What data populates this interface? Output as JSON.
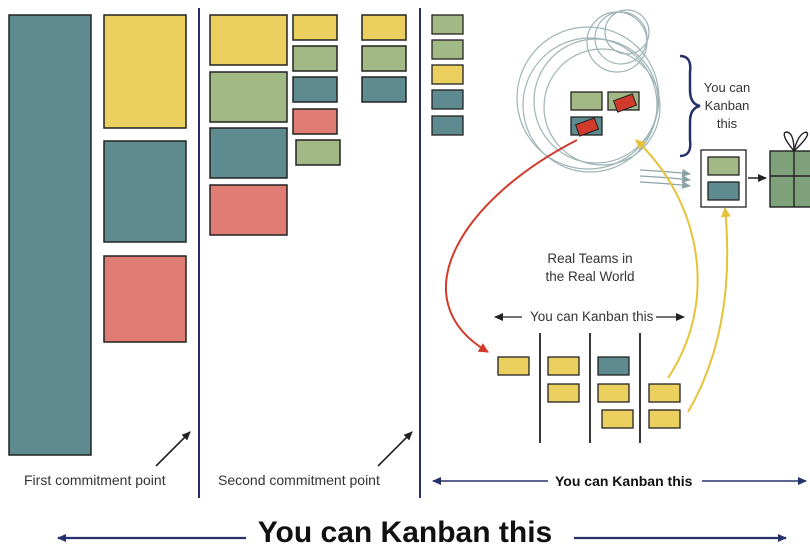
{
  "colors": {
    "teal": "#5e8b8f",
    "yellow": "#ebcf5f",
    "green": "#a3b985",
    "red": "#df7d74",
    "navy": "#26306a",
    "arrow_red": "#d23a2b",
    "arrow_yellow": "#e6c23a",
    "outline": "#222222"
  },
  "labels": {
    "first_commitment": "First commitment point",
    "second_commitment": "Second commitment point",
    "you_can_kanban_this_panel": "You can Kanban this",
    "real_teams": "Real Teams in\nthe Real World",
    "team_board_span": "You can Kanban this",
    "brace_label": "You can\nKanban\nthis",
    "overall": "You can Kanban this"
  },
  "icons": [
    "arrow-up-right-icon",
    "gift-icon",
    "swirl-cycle-icon",
    "curved-arrow-icon",
    "brace-icon"
  ]
}
